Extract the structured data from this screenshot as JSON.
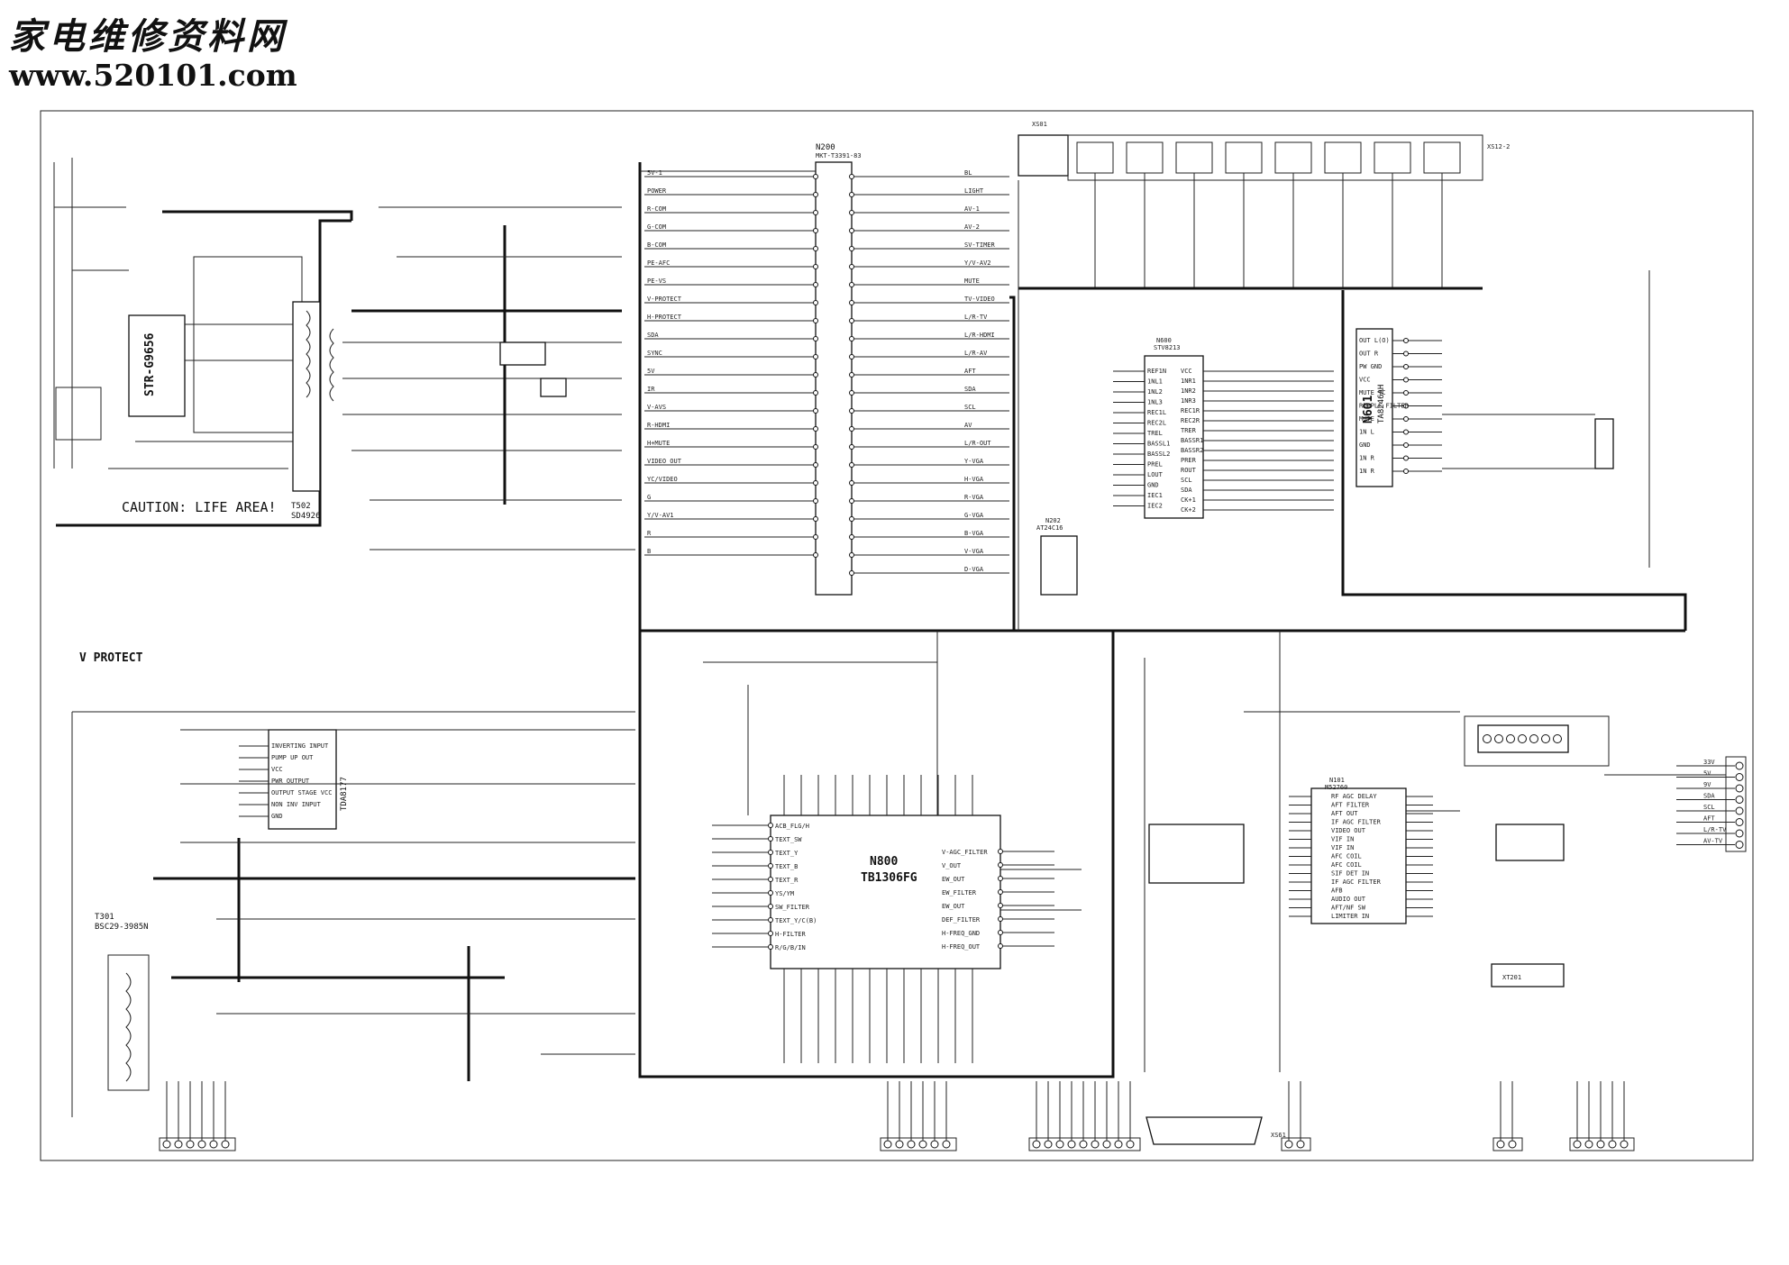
{
  "watermark": {
    "title": "家电维修资料网",
    "url": "www.520101.com"
  },
  "power": {
    "caution": "CAUTION: LIFE AREA!",
    "ic": "STR-G9656",
    "transformer": "T502",
    "transformer_part": "SD4926"
  },
  "deflection": {
    "vprotect": "V PROTECT",
    "vic": "TDA8177",
    "fbt": "T301",
    "fbt_part": "BSC29-3985N",
    "vic_pins": [
      "INVERTING INPUT",
      "PUMP UP OUT",
      "VCC",
      "PWR OUTPUT",
      "OUTPUT STAGE VCC",
      "NON INV INPUT",
      "GND"
    ]
  },
  "jungle": {
    "name": "N800",
    "part": "TB1306FG",
    "pins_left": [
      "ACB_FLG/H",
      "TEXT_SW",
      "TEXT_Y",
      "TEXT_B",
      "TEXT_R",
      "YS/YM",
      "SW_FILTER",
      "TEXT_Y/C(B)",
      "H-FILTER",
      "R/G/B/IN"
    ],
    "pins_right": [
      "V-AGC_FILTER",
      "V_OUT",
      "EW_OUT",
      "EW_FILTER",
      "EW_OUT",
      "DEF_FILTER",
      "H-FREQ_GND",
      "H-FREQ_OUT"
    ]
  },
  "micro": {
    "name": "N200",
    "part": "MKT-T3391-83",
    "signals": [
      "5V-1",
      "POWER",
      "R-COM",
      "G-COM",
      "B-COM",
      "PE-AFC",
      "PE-VS",
      "V-PROTECT",
      "H-PROTECT",
      "SDA",
      "SYNC",
      "5V",
      "IR",
      "V-AVS",
      "R-HDMI",
      "H+MUTE",
      "VIDEO OUT",
      "YC/VIDEO",
      "G",
      "Y/V-AV1",
      "R",
      "B",
      "BL",
      "LIGHT",
      "AV-1",
      "AV-2",
      "SV-TIMER",
      "Y/V-AV2",
      "MUTE",
      "TV-VIDEO",
      "L/R-TV",
      "L/R-HDMI",
      "L/R-AV",
      "AFT",
      "SDA",
      "SCL",
      "AV",
      "L/R-OUT",
      "Y-VGA",
      "H-VGA",
      "R-VGA",
      "G-VGA",
      "B-VGA",
      "V-VGA",
      "D-VGA"
    ]
  },
  "audio": {
    "proc": "N600",
    "proc_part": "STV8213",
    "eeprom": "N202",
    "eeprom_part": "AT24C16",
    "amp": "N601",
    "amp_part": "TA8246AH",
    "amp_pins": [
      "OUT L(O)",
      "OUT R",
      "PW GND",
      "VCC",
      "MUTE TC",
      "RIPPLE FILTER",
      "MUTE",
      "1N L",
      "GND",
      "1N R",
      "1N R"
    ],
    "proc_pins_l": [
      "REF1N",
      "1NL1",
      "1NL2",
      "1NL3",
      "REC1L",
      "REC2L",
      "TREL",
      "BASSL1",
      "BASSL2",
      "PREL",
      "LOUT",
      "GND",
      "IEC1",
      "IEC2"
    ],
    "proc_pins_r": [
      "VCC",
      "1NR1",
      "1NR2",
      "1NR3",
      "REC1R",
      "REC2R",
      "TRER",
      "BASSR1",
      "BASSR2",
      "PRER",
      "ROUT",
      "SCL",
      "SDA",
      "CK+1",
      "CK+2"
    ]
  },
  "tuner": {
    "ic": "N101",
    "ic_part": "M52760",
    "module": "XT201",
    "pins": [
      "RF AGC DELAY",
      "AFT FILTER",
      "AFT OUT",
      "IF AGC FILTER",
      "VIDEO OUT",
      "VIF IN",
      "VIF IN",
      "AFC COIL",
      "AFC COIL",
      "SIF DET IN",
      "IF AGC FILTER",
      "AFB",
      "AUDIO OUT",
      "AFT/NF SW",
      "LIMITER IN"
    ],
    "conn_labels": [
      "33V",
      "5V",
      "9V",
      "SDA",
      "SCL",
      "AFT",
      "L/R-TV",
      "AV-TV"
    ]
  },
  "connectors": {
    "top_block": "XS01",
    "top_jacks": "XS12-2",
    "vga": "XS61"
  }
}
